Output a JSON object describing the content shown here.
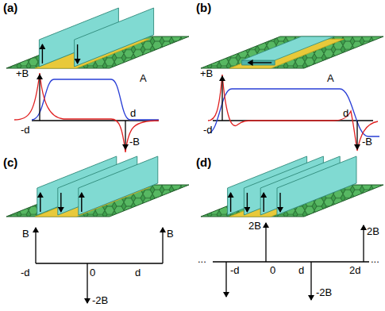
{
  "diagram": {
    "labels": [
      "(a)",
      "+B",
      "A",
      "-d",
      "d",
      "-B",
      "(b)",
      "+B",
      "A",
      "-d",
      "d",
      "-B",
      "(c)",
      "B",
      "-d",
      "0",
      "d",
      "B",
      "-2B",
      "(d)",
      "2B",
      "-d",
      "0",
      "d",
      "2d",
      "2B",
      "-2B",
      "...",
      "..."
    ]
  }
}
